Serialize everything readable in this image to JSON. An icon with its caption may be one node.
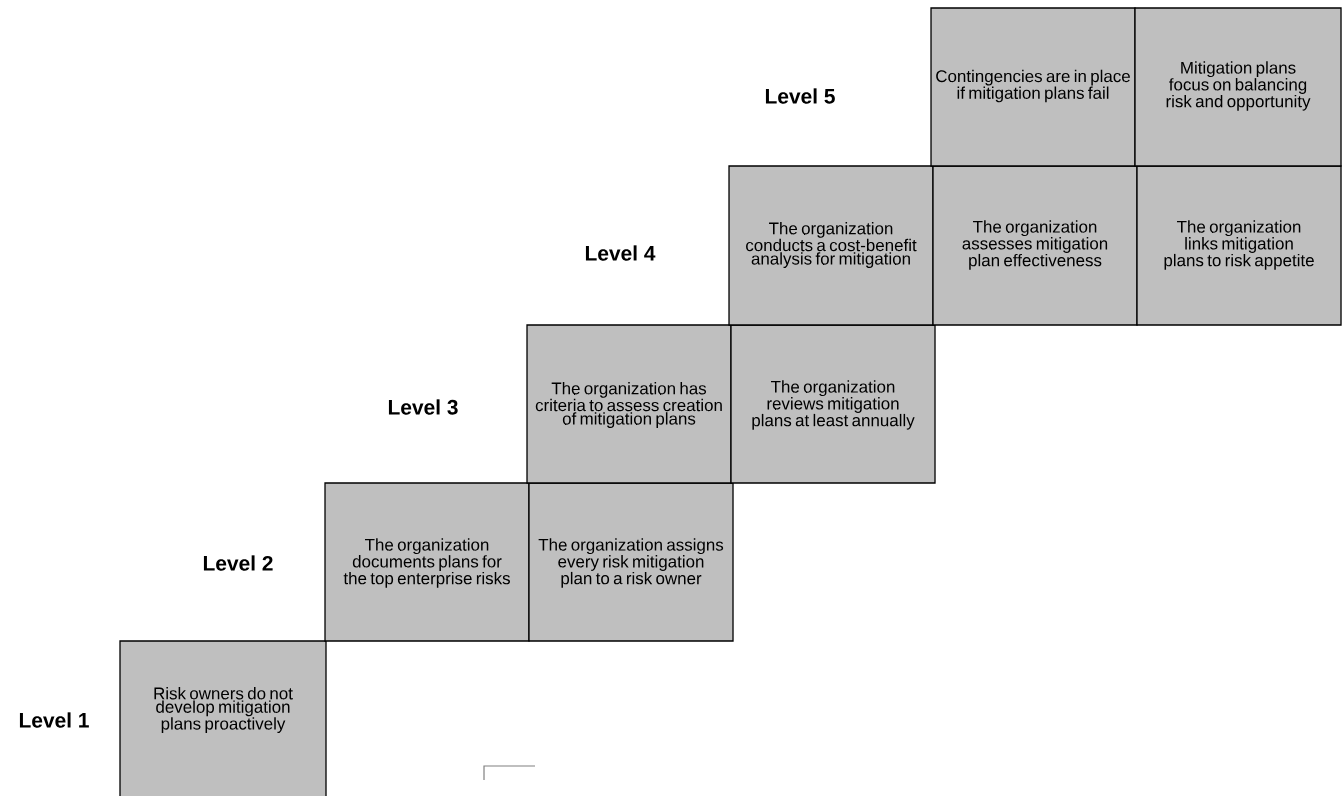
{
  "diagram": {
    "nodes": [
      {
        "text": [
          "Risk owners do not develop mitigation plans proactively"
        ]
      },
      {
        "text": [
          "The organization documents plans for the top enterprise risks"
        ]
      },
      {
        "text": [
          "The organization assigns every risk mitigation plan to a risk owner"
        ]
      },
      {
        "text": [
          "The organization has criteria to assess creation of mitigation plans"
        ]
      },
      {
        "text": [
          "The organization reviews mitigation plans at least annually"
        ]
      },
      {
        "text": [
          "The organization conducts a cost-benefit analysis for mitigation"
        ]
      },
      {
        "text": [
          "The organization assesses mitigation plan effectiveness"
        ]
      },
      {
        "text": [
          "The organization links mitigation plans to risk appetite"
        ]
      },
      {
        "text": [
          "Contingencies are in place if mitigation plans fail"
        ]
      },
      {
        "text": [
          "Mitigation plans focus on balancing risk and opportunity"
        ]
      }
    ],
    "labels": [
      "Level 5",
      "Level 4",
      "Level 3",
      "Level 2",
      "Level 1"
    ]
  }
}
